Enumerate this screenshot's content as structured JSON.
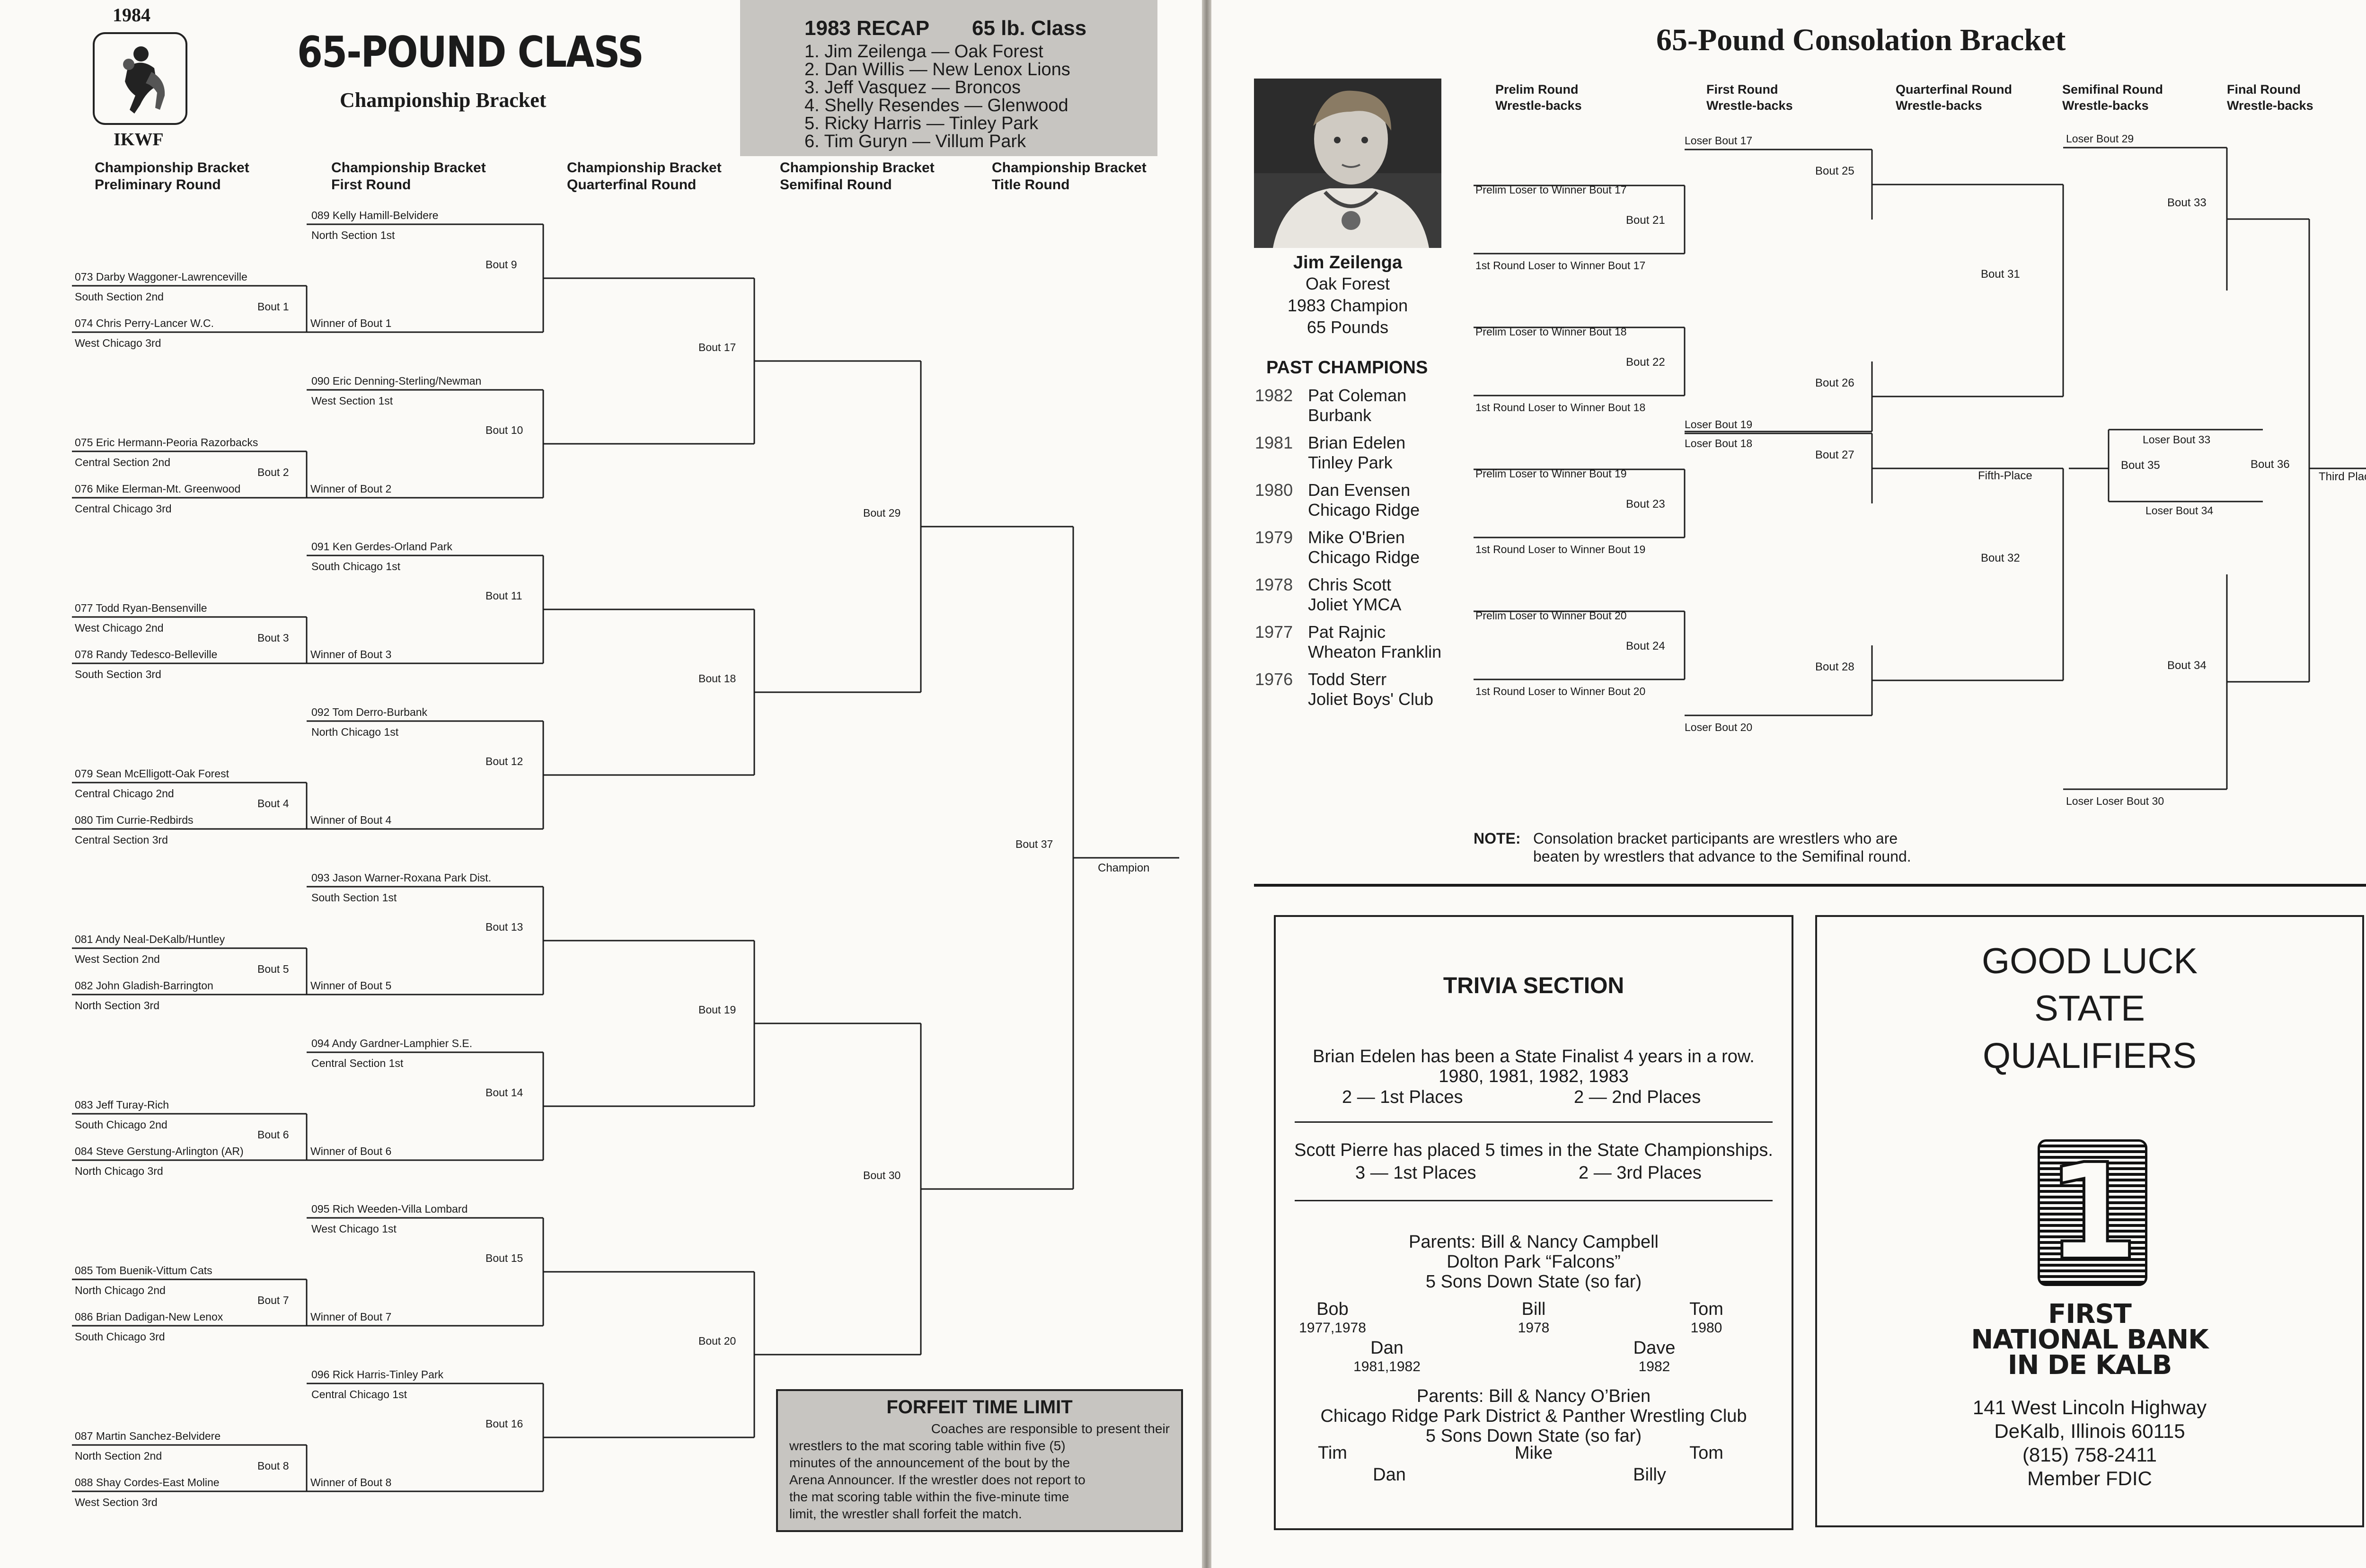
{
  "left": {
    "year": "1984",
    "org": "IKWF",
    "title": "65-POUND CLASS",
    "subtitle": "Championship Bracket",
    "recap": {
      "title": "1983 RECAP",
      "class": "65 lb. Class",
      "items": [
        "1.  Jim Zeilenga — Oak Forest",
        "2.  Dan Willis — New Lenox Lions",
        "3.  Jeff Vasquez — Broncos",
        "4.  Shelly Resendes — Glenwood",
        "5.  Ricky Harris — Tinley Park",
        "6.  Tim Guryn — Villum Park"
      ]
    },
    "round_headers": [
      [
        "Championship Bracket",
        "Preliminary Round"
      ],
      [
        "Championship Bracket",
        "First Round"
      ],
      [
        "Championship Bracket",
        "Quarterfinal Round"
      ],
      [
        "Championship Bracket",
        "Semifinal Round"
      ],
      [
        "Championship Bracket",
        "Title Round"
      ]
    ],
    "prelim": [
      {
        "top": "073 Darby Waggoner-Lawrenceville",
        "top_sub": "South Section 2nd",
        "bout": "Bout 1",
        "bot": "074 Chris Perry-Lancer W.C.",
        "bot_sub": "West Chicago 3rd"
      },
      {
        "top": "075 Eric Hermann-Peoria Razorbacks",
        "top_sub": "Central Section 2nd",
        "bout": "Bout 2",
        "bot": "076 Mike Elerman-Mt. Greenwood",
        "bot_sub": "Central Chicago 3rd"
      },
      {
        "top": "077 Todd Ryan-Bensenville",
        "top_sub": "West Chicago 2nd",
        "bout": "Bout 3",
        "bot": "078 Randy Tedesco-Belleville",
        "bot_sub": "South Section 3rd"
      },
      {
        "top": "079 Sean McElligott-Oak Forest",
        "top_sub": "Central Chicago 2nd",
        "bout": "Bout 4",
        "bot": "080 Tim Currie-Redbirds",
        "bot_sub": "Central Section 3rd"
      },
      {
        "top": "081 Andy Neal-DeKalb/Huntley",
        "top_sub": "West Section 2nd",
        "bout": "Bout 5",
        "bot": "082 John Gladish-Barrington",
        "bot_sub": "North Section 3rd"
      },
      {
        "top": "083 Jeff Turay-Rich",
        "top_sub": "South Chicago 2nd",
        "bout": "Bout 6",
        "bot": "084 Steve Gerstung-Arlington (AR)",
        "bot_sub": "North Chicago 3rd"
      },
      {
        "top": "085 Tom Buenik-Vittum Cats",
        "top_sub": "North Chicago 2nd",
        "bout": "Bout 7",
        "bot": "086 Brian Dadigan-New Lenox",
        "bot_sub": "South Chicago 3rd"
      },
      {
        "top": "087 Martin Sanchez-Belvidere",
        "top_sub": "North Section 2nd",
        "bout": "Bout 8",
        "bot": "088 Shay Cordes-East Moline",
        "bot_sub": "West Section 3rd"
      }
    ],
    "first": [
      {
        "top": "089 Kelly Hamill-Belvidere",
        "top_sub": "North Section 1st",
        "bout": "Bout  9",
        "winner": "Winner of Bout 1"
      },
      {
        "top": "090 Eric Denning-Sterling/Newman",
        "top_sub": "West Section 1st",
        "bout": "Bout 10",
        "winner": "Winner of Bout 2"
      },
      {
        "top": "091 Ken Gerdes-Orland Park",
        "top_sub": "South Chicago 1st",
        "bout": "Bout 11",
        "winner": "Winner of Bout 3"
      },
      {
        "top": "092 Tom Derro-Burbank",
        "top_sub": "North Chicago 1st",
        "bout": "Bout 12",
        "winner": "Winner of Bout 4"
      },
      {
        "top": "093 Jason Warner-Roxana Park Dist.",
        "top_sub": "South Section 1st",
        "bout": "Bout 13",
        "winner": "Winner of Bout 5"
      },
      {
        "top": "094 Andy Gardner-Lamphier S.E.",
        "top_sub": "Central Section 1st",
        "bout": "Bout 14",
        "winner": "Winner of Bout 6"
      },
      {
        "top": "095 Rich Weeden-Villa Lombard",
        "top_sub": "West Chicago 1st",
        "bout": "Bout 15",
        "winner": "Winner of Bout 7"
      },
      {
        "top": "096 Rick Harris-Tinley Park",
        "top_sub": "Central Chicago 1st",
        "bout": "Bout 16",
        "winner": "Winner of Bout 8"
      }
    ],
    "quarter_bouts": [
      "Bout 17",
      "Bout 18",
      "Bout 19",
      "Bout 20"
    ],
    "semi_bouts": [
      "Bout 29",
      "Bout 30"
    ],
    "final_bout": "Bout 37",
    "champion": "Champion",
    "forfeit": {
      "title": "FORFEIT TIME LIMIT",
      "lines": [
        "Coaches are responsible to present their",
        "wrestlers to the mat scoring table within five (5)",
        "minutes of the announcement of the bout by the",
        "Arena Announcer. If the wrestler does not report to",
        "the mat scoring table within the five-minute time",
        "limit, the wrestler shall forfeit the match."
      ]
    }
  },
  "right": {
    "title": "65-Pound Consolation Bracket",
    "photo_caption": [
      "Jim Zeilenga",
      "Oak Forest",
      "1983 Champion",
      "65 Pounds"
    ],
    "past_title": "PAST CHAMPIONS",
    "past": [
      {
        "year": "1982",
        "name": "Pat Coleman",
        "club": "Burbank"
      },
      {
        "year": "1981",
        "name": "Brian Edelen",
        "club": "Tinley Park"
      },
      {
        "year": "1980",
        "name": "Dan Evensen",
        "club": "Chicago Ridge"
      },
      {
        "year": "1979",
        "name": "Mike O'Brien",
        "club": "Chicago Ridge"
      },
      {
        "year": "1978",
        "name": "Chris Scott",
        "club": "Joliet YMCA"
      },
      {
        "year": "1977",
        "name": "Pat Rajnic",
        "club": "Wheaton Franklin"
      },
      {
        "year": "1976",
        "name": "Todd Sterr",
        "club": "Joliet Boys' Club"
      }
    ],
    "round_headers": [
      [
        "Prelim Round",
        "Wrestle-backs"
      ],
      [
        "First Round",
        "Wrestle-backs"
      ],
      [
        "Quarterfinal Round",
        "Wrestle-backs"
      ],
      [
        "Semifinal Round",
        "Wrestle-backs"
      ],
      [
        "Final Round",
        "Wrestle-backs"
      ]
    ],
    "prelim_groups": [
      {
        "top": "Prelim Loser to Winner Bout 17",
        "bout": "Bout 21",
        "bot": "1st Round Loser to Winner Bout 17"
      },
      {
        "top": "Prelim Loser to Winner Bout 18",
        "bout": "Bout 22",
        "bot": "1st Round Loser to Winner Bout 18"
      },
      {
        "top": "Prelim Loser to Winner Bout 19",
        "bout": "Bout 23",
        "bot": "1st Round Loser to Winner Bout 19"
      },
      {
        "top": "Prelim Loser to Winner Bout 20",
        "bout": "Bout 24",
        "bot": "1st Round Loser to Winner Bout 20"
      }
    ],
    "first_groups": [
      {
        "top": "Loser Bout 17",
        "bout": "Bout 25"
      },
      {
        "bot": "Loser Bout 18",
        "bout": "Bout 26"
      },
      {
        "top": "Loser Bout 19",
        "bout": "Bout 27"
      },
      {
        "bot": "Loser Bout 20",
        "bout": "Bout 28"
      }
    ],
    "quarter_bouts": [
      "Bout 31",
      "Bout 32"
    ],
    "semi": [
      {
        "top": "Loser Bout 29",
        "bout": "Bout 33"
      },
      {
        "bot": "Loser Loser Bout 30",
        "bout": "Bout 34"
      }
    ],
    "fifth": {
      "top": "Loser Bout 33",
      "bout": "Bout 35",
      "bot": "Loser Bout 34",
      "label": "Fifth-Place"
    },
    "third": {
      "bout": "Bout 36",
      "label": "Third Place"
    },
    "note_label": "NOTE:",
    "note_lines": [
      "Consolation bracket participants are wrestlers who are",
      "beaten by wrestlers that advance to the Semifinal round."
    ],
    "trivia": {
      "title": "TRIVIA SECTION",
      "f1": [
        "Brian Edelen has been a State Finalist 4 years in a row.",
        "1980, 1981, 1982, 1983"
      ],
      "f1_places": [
        "2 — 1st Places",
        "2 — 2nd Places"
      ],
      "f2": "Scott Pierre has placed 5 times in the State Championships.",
      "f2_places": [
        "3 — 1st Places",
        "2 — 3rd Places"
      ],
      "f3_lines": [
        "Parents: Bill & Nancy Campbell",
        "Dolton Park “Falcons”",
        "5 Sons Down State (so far)"
      ],
      "f3_sons": [
        {
          "name": "Bob",
          "years": "1977,1978"
        },
        {
          "name": "Bill",
          "years": "1978"
        },
        {
          "name": "Tom",
          "years": "1980"
        },
        {
          "name": "Dan",
          "years": "1981,1982"
        },
        {
          "name": "Dave",
          "years": "1982"
        }
      ],
      "f4_lines": [
        "Parents: Bill & Nancy O’Brien",
        "Chicago Ridge Park District & Panther Wrestling Club",
        "5 Sons Down State (so far)"
      ],
      "f4_sons": [
        "Tim",
        "Mike",
        "Tom",
        "Dan",
        "Billy"
      ]
    },
    "ad": {
      "lines": [
        "GOOD LUCK",
        "STATE",
        "QUALIFIERS"
      ],
      "logo_digit": "1",
      "bank": [
        "FIRST",
        "NATIONAL BANK",
        "IN DE KALB"
      ],
      "address": [
        "141 West Lincoln Highway",
        "DeKalb, Illinois 60115",
        "(815) 758-2411",
        "Member FDIC"
      ]
    }
  }
}
